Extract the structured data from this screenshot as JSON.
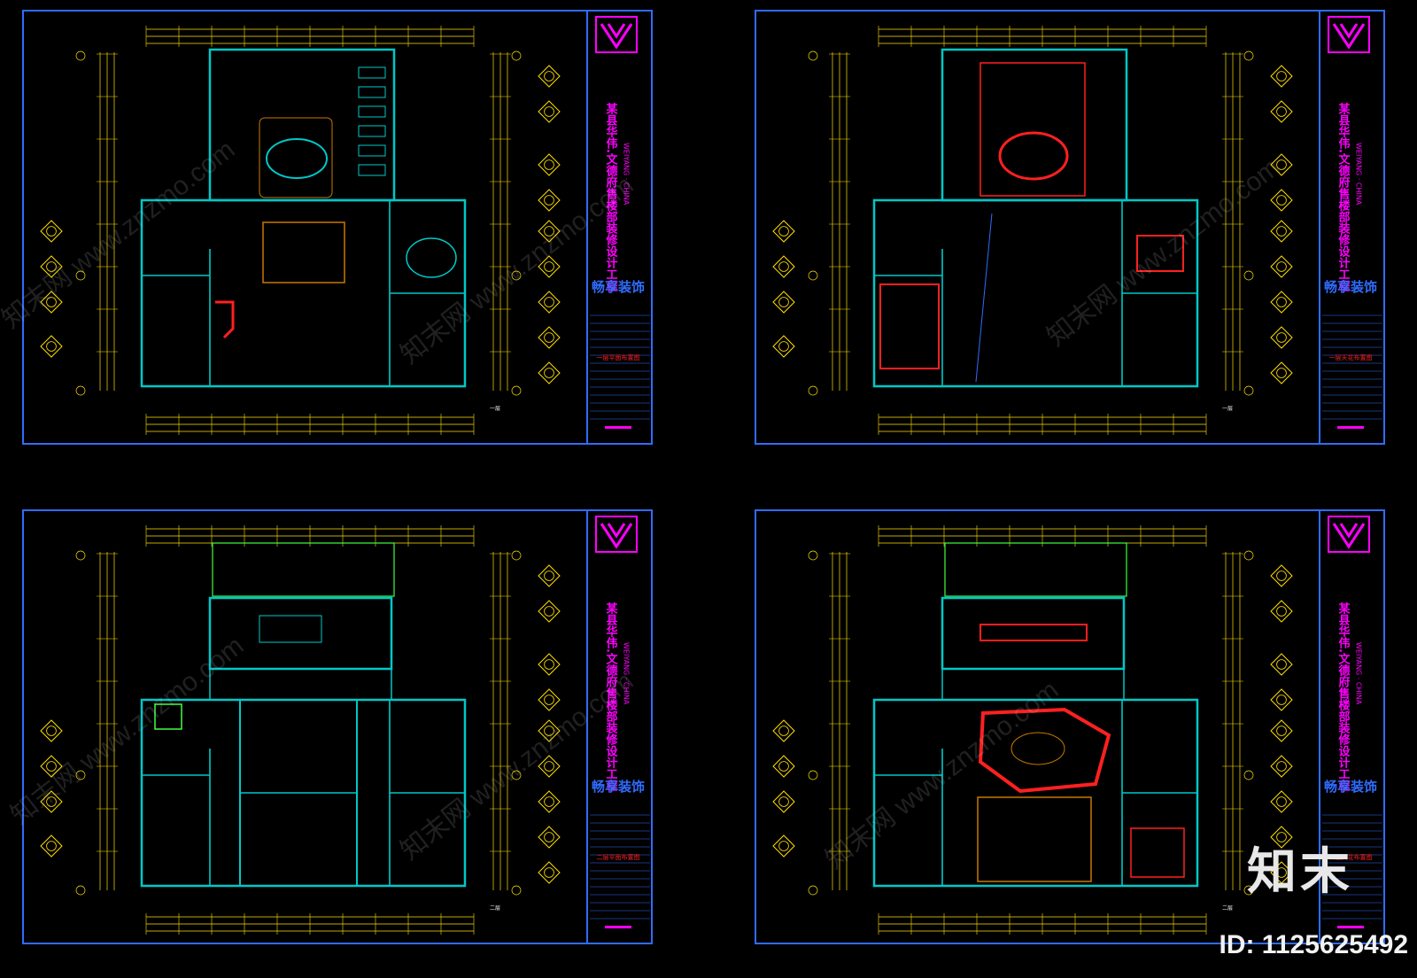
{
  "sheets": [
    {
      "id": "top-left",
      "title_cn": "某县华伟.文德府售楼部装修设计工程",
      "company": "畅享装饰",
      "sub_en": "WEIYANG · CHINA",
      "caption": "一层平面布置图",
      "scale_note": "一层"
    },
    {
      "id": "top-right",
      "title_cn": "某县华伟.文德府售楼部装修设计工程",
      "company": "畅享装饰",
      "sub_en": "WEIYANG · CHINA",
      "caption": "一层天花布置图",
      "scale_note": "一层"
    },
    {
      "id": "bottom-left",
      "title_cn": "某县华伟.文德府售楼部装修设计工程",
      "company": "畅享装饰",
      "sub_en": "WEIYANG · CHINA",
      "caption": "二层平面布置图",
      "scale_note": "二层"
    },
    {
      "id": "bottom-right",
      "title_cn": "某县华伟.文德府售楼部装修设计工程",
      "company": "畅享装饰",
      "sub_en": "WEIYANG · CHINA",
      "caption": "二层天花布置图",
      "scale_note": "二层"
    }
  ],
  "watermark": {
    "logo_text": "知末",
    "id_text": "ID: 1125625492",
    "diag_text": "知末网 www.znzmo.com"
  },
  "colors": {
    "background": "#000000",
    "frame": "#2f6cff",
    "wall": "#00c8c8",
    "dim": "#ffe000",
    "pink": "#ff00ff",
    "red": "#ff2020",
    "green": "#40ff40",
    "orange": "#c87800"
  }
}
